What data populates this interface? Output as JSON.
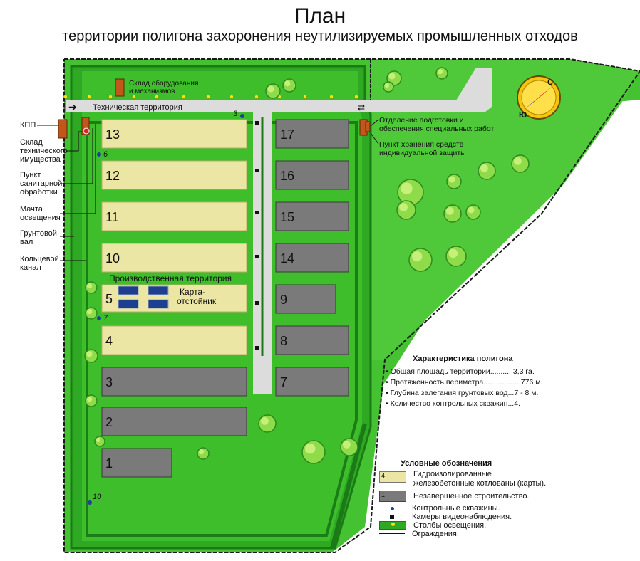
{
  "title": "План",
  "subtitle": "территории полигона захоронения неутилизируемых промышленных отходов",
  "colors": {
    "grass": "#3fbf2e",
    "grass_dark": "#1e8a1a",
    "road": "#dcdcdc",
    "pit_yellow": "#ece6a4",
    "pit_gray": "#7a7a7a",
    "building": "#c1571a",
    "wall": "#2e9e24"
  },
  "labels": {
    "warehouse_equipment": "Склад оборудования\nи механизмов",
    "tech_territory": "Техническая территория",
    "prod_territory": "Производственная территория",
    "settling_card": "Карта-\nотстойник",
    "prep_dept": "Отделение подготовки и\nобеспечения специальных работ",
    "ppe_storage": "Пункт хранения средств\nиндивидуальной защиты",
    "compass_n": "С",
    "compass_s": "Ю"
  },
  "left_labels": [
    {
      "id": "kpp",
      "text": "КПП"
    },
    {
      "id": "sklad",
      "text": "Склад\nтехнического\nимущества"
    },
    {
      "id": "punkt",
      "text": "Пункт\nсанитарной\nобработки"
    },
    {
      "id": "machta",
      "text": "Мачта\nосвещения"
    },
    {
      "id": "val",
      "text": "Грунтовой\nвал"
    },
    {
      "id": "kanal",
      "text": "Кольцевой\nканал"
    }
  ],
  "pits_left": [
    "13",
    "12",
    "11",
    "10",
    "5",
    "4",
    "3",
    "2",
    "1"
  ],
  "pits_right": [
    "17",
    "16",
    "15",
    "14",
    "9",
    "8",
    "7"
  ],
  "wells": [
    "3",
    "6",
    "7",
    "10"
  ],
  "characteristics": {
    "heading": "Характеристика полигона",
    "items": [
      "Общая площадь территории...........3,3 га.",
      "Протяженность периметра..................776 м.",
      "Глубина залегания грунтовых вод...7 - 8 м.",
      "Количество контрольных скважин...4."
    ]
  },
  "legend": {
    "heading": "Условные обозначения",
    "items": [
      {
        "sym": "4",
        "text": "Гидроизолированные\nжелезобетонные котлованы (карты)."
      },
      {
        "sym": "1",
        "text": "Незавершенное строительство."
      },
      {
        "sym": "",
        "text": "Контрольные скважины."
      },
      {
        "sym": "",
        "text": "Камеры видеонаблюдения."
      },
      {
        "sym": "",
        "text": "Столбы освещения."
      },
      {
        "sym": "",
        "text": "Ограждения."
      }
    ]
  }
}
